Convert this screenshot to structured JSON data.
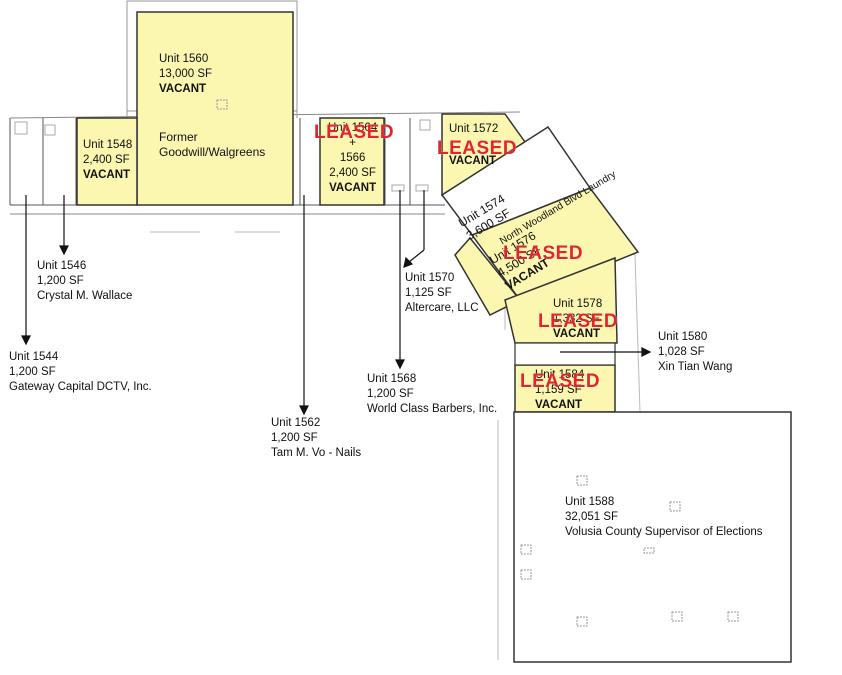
{
  "colors": {
    "vacant_fill": "#fbf7b0",
    "leased_text": "#e3242b",
    "line": "#444444"
  },
  "units": {
    "u1560": {
      "unit": "Unit 1560",
      "sf": "13,000 SF",
      "status": "VACANT",
      "note1": "Former",
      "note2": "Goodwill/Walgreens"
    },
    "u1548": {
      "unit": "Unit 1548",
      "sf": "2,400 SF",
      "status": "VACANT"
    },
    "u1564": {
      "unit": "Unit 1564",
      "plus": "+",
      "unit2": "1566",
      "sf": "2,400 SF",
      "status": "VACANT",
      "overlay": "LEASED"
    },
    "u1572": {
      "unit": "Unit 1572",
      "status": "VACANT",
      "overlay": "LEASED"
    },
    "u1574": {
      "unit": "Unit 1574",
      "sf": "3,600 SF",
      "tenant": "North Woodland Blvd Laundry"
    },
    "u1576": {
      "unit": "Unit 1576",
      "sf": "4,500 SF",
      "status": "VACANT",
      "overlay": "LEASED"
    },
    "u1578": {
      "unit": "Unit 1578",
      "sf": "1,332 SF",
      "status": "VACANT",
      "overlay": "LEASED"
    },
    "u1584": {
      "unit": "Unit 1584",
      "sf": "1,159 SF",
      "status": "VACANT",
      "overlay": "LEASED"
    },
    "u1546": {
      "unit": "Unit 1546",
      "sf": "1,200 SF",
      "tenant": "Crystal M. Wallace"
    },
    "u1544": {
      "unit": "Unit 1544",
      "sf": "1,200 SF",
      "tenant": "Gateway Capital DCTV, Inc."
    },
    "u1562": {
      "unit": "Unit 1562",
      "sf": "1,200 SF",
      "tenant": "Tam M. Vo - Nails"
    },
    "u1568": {
      "unit": "Unit 1568",
      "sf": "1,200 SF",
      "tenant": "World Class Barbers, Inc."
    },
    "u1570": {
      "unit": "Unit 1570",
      "sf": "1,125 SF",
      "tenant": "Altercare, LLC"
    },
    "u1580": {
      "unit": "Unit 1580",
      "sf": "1,028 SF",
      "tenant": "Xin Tian Wang"
    },
    "u1588": {
      "unit": "Unit 1588",
      "sf": "32,051 SF",
      "tenant": "Volusia County Supervisor of Elections"
    }
  }
}
